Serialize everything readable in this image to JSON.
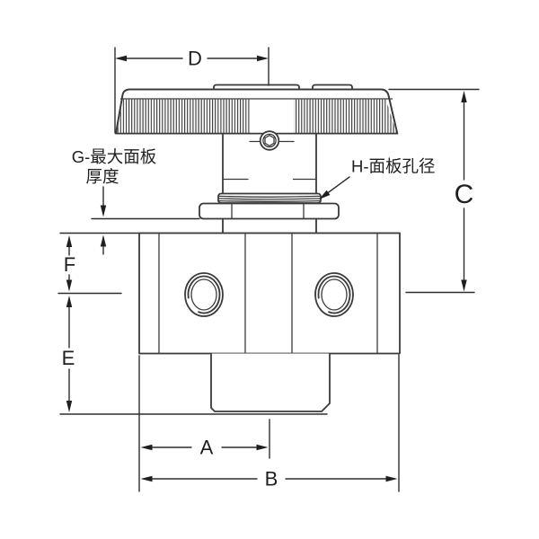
{
  "diagram": {
    "background_color": "#ffffff",
    "line_color": "#3a3a3a",
    "dimension_line_color": "#2e2e2e",
    "text_color": "#1f1f1f",
    "labels": {
      "a": "A",
      "b": "B",
      "c": "C",
      "d": "D",
      "e": "E",
      "f": "F",
      "g_line1": "G-最大面板",
      "g_line2": "厚度",
      "h": "H-面板孔径"
    }
  }
}
